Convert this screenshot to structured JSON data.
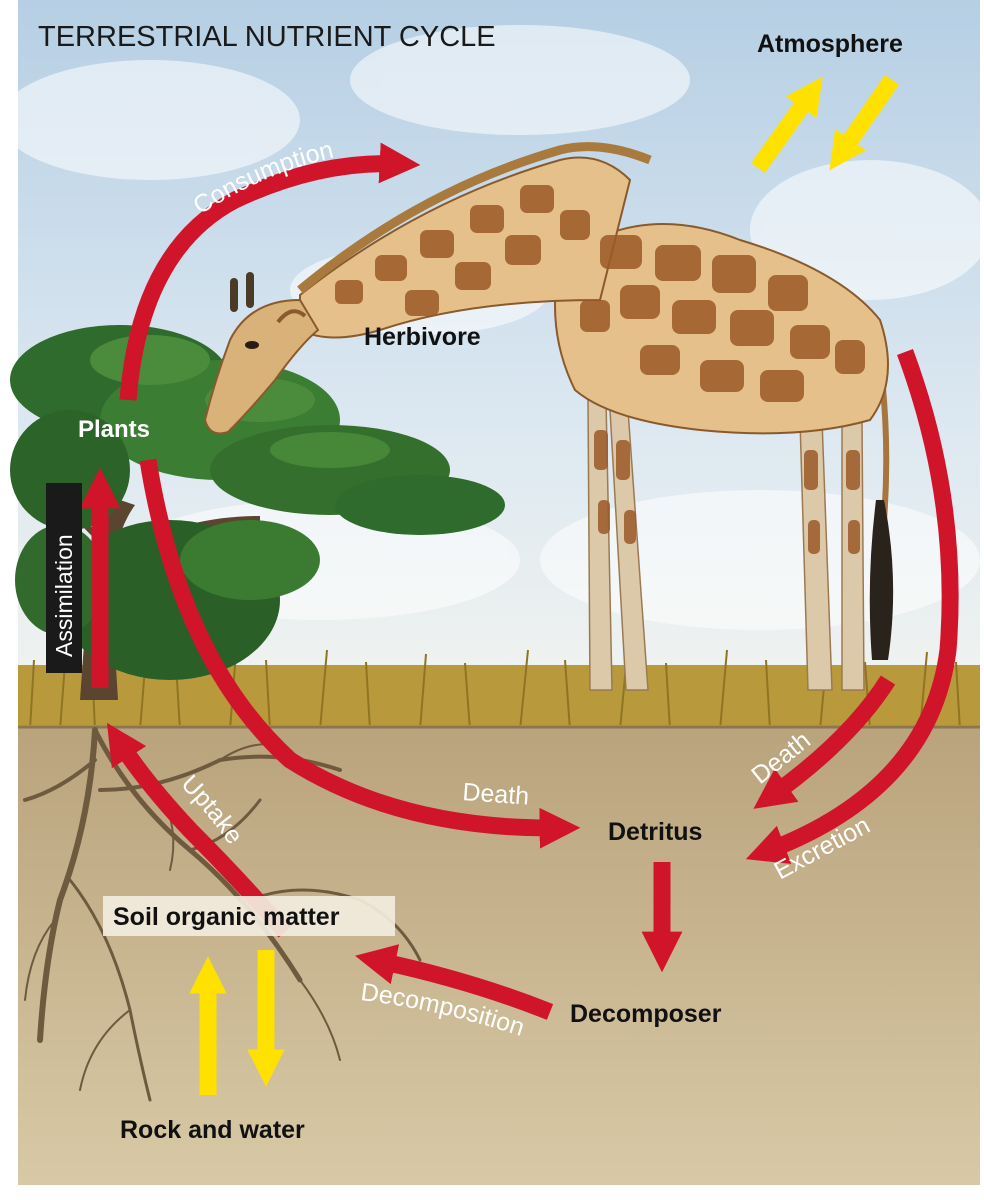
{
  "title": "TERRESTRIAL NUTRIENT CYCLE",
  "nodes": {
    "atmosphere": "Atmosphere",
    "herbivore": "Herbivore",
    "plants": "Plants",
    "detritus": "Detritus",
    "decomposer": "Decomposer",
    "soil_organic_matter": "Soil organic matter",
    "rock_and_water": "Rock and water"
  },
  "processes": {
    "consumption": "Consumption",
    "assimilation": "Assimilation",
    "uptake": "Uptake",
    "death_plants": "Death",
    "death_herbivore": "Death",
    "excretion": "Excretion",
    "decomposition": "Decomposition"
  },
  "colors": {
    "flow_arrow": "#d0152a",
    "exchange_arrow": "#ffe100",
    "sky": "#cfe0ee",
    "soil": "#c4b08a",
    "grass": "#b89a3c"
  }
}
